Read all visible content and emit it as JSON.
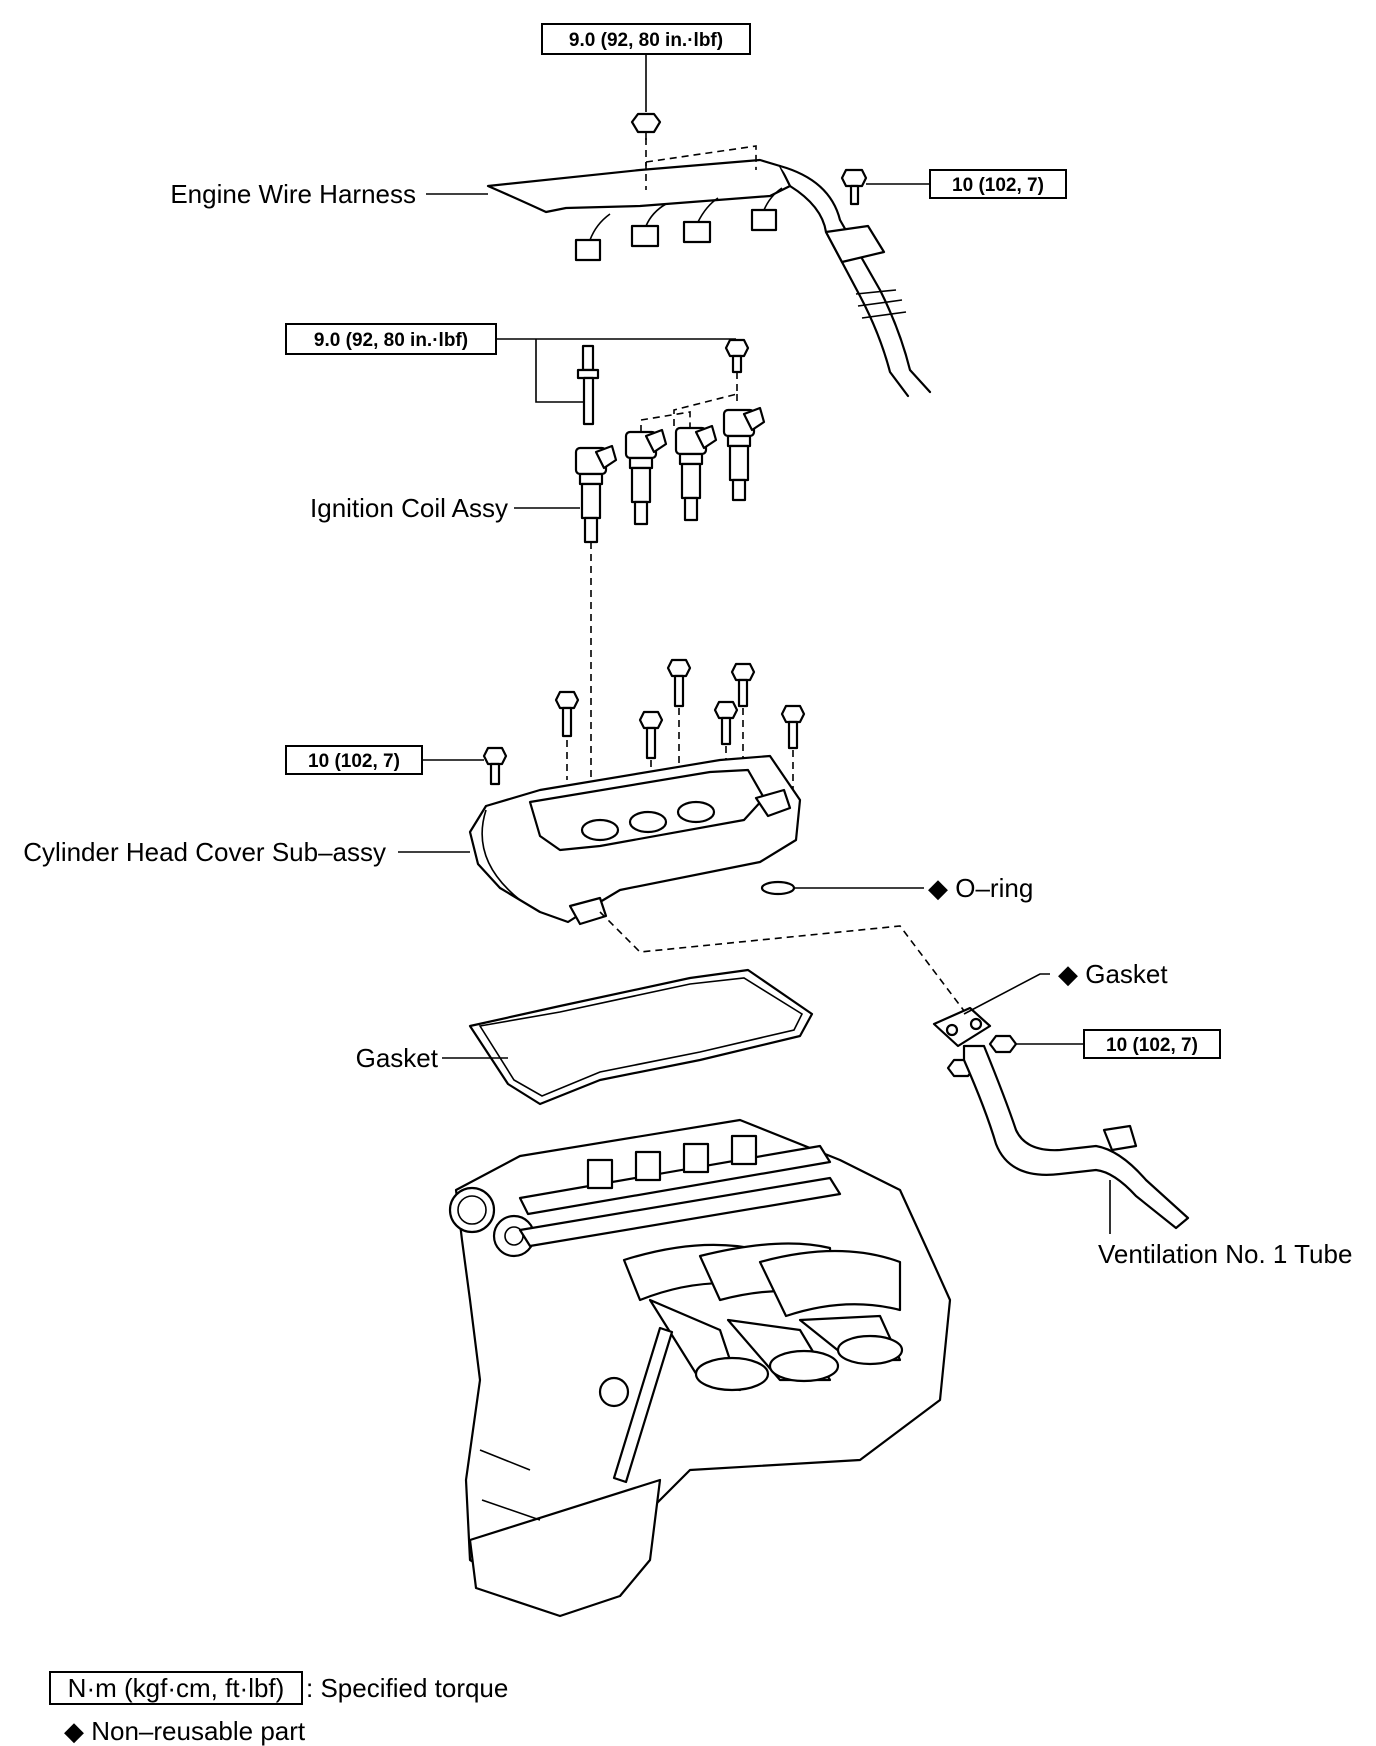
{
  "labels": {
    "engine_wire_harness": "Engine Wire Harness",
    "ignition_coil_assy": "Ignition Coil Assy",
    "cylinder_head_cover": "Cylinder Head Cover Sub–assy",
    "o_ring": "O–ring",
    "gasket_tube": "Gasket",
    "gasket_cover": "Gasket",
    "ventilation_tube": "Ventilation No. 1 Tube"
  },
  "torque": {
    "harness_nut": "9.0 (92, 80 in.·lbf)",
    "harness_bolt": "10 (102, 7)",
    "coil_bolts": "9.0 (92, 80 in.·lbf)",
    "cover_bolts": "10 (102, 7)",
    "tube_nuts": "10 (102, 7)"
  },
  "legend": {
    "torque_unit": "N·m (kgf·cm, ft·lbf)",
    "torque_desc": ": Specified torque",
    "nonreusable_desc": "Non–reusable part",
    "diamond": "◆"
  }
}
